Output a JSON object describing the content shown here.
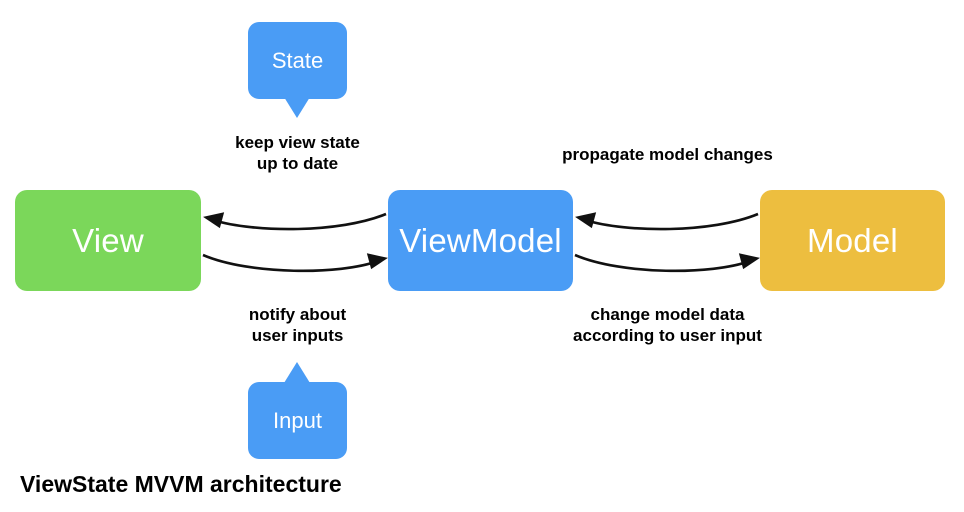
{
  "diagram": {
    "caption": "ViewState MVVM architecture",
    "nodes": [
      {
        "id": "view",
        "label": "View",
        "color": "#7BD75A"
      },
      {
        "id": "viewmodel",
        "label": "ViewModel",
        "color": "#4A9CF5"
      },
      {
        "id": "model",
        "label": "Model",
        "color": "#EDBE3F"
      }
    ],
    "callouts": [
      {
        "id": "state",
        "label": "State",
        "color": "#4A9CF5",
        "tail": "down"
      },
      {
        "id": "input",
        "label": "Input",
        "color": "#4A9CF5",
        "tail": "up"
      }
    ],
    "edge_labels": {
      "keep_view_state": "keep view state\nup to date",
      "notify_about_user_inputs": "notify about\nuser inputs",
      "propagate_model_changes": "propagate model changes",
      "change_model_data": "change model data\naccording to user input"
    },
    "edges": [
      {
        "id": "viewmodel-to-view",
        "from": "viewmodel",
        "to": "view",
        "direction": "left",
        "label": "keep view state up to date"
      },
      {
        "id": "view-to-viewmodel",
        "from": "view",
        "to": "viewmodel",
        "direction": "right",
        "label": "notify about user inputs"
      },
      {
        "id": "model-to-viewmodel",
        "from": "model",
        "to": "viewmodel",
        "direction": "left",
        "label": "propagate model changes"
      },
      {
        "id": "viewmodel-to-model",
        "from": "viewmodel",
        "to": "model",
        "direction": "right",
        "label": "change model data according to user input"
      }
    ]
  }
}
